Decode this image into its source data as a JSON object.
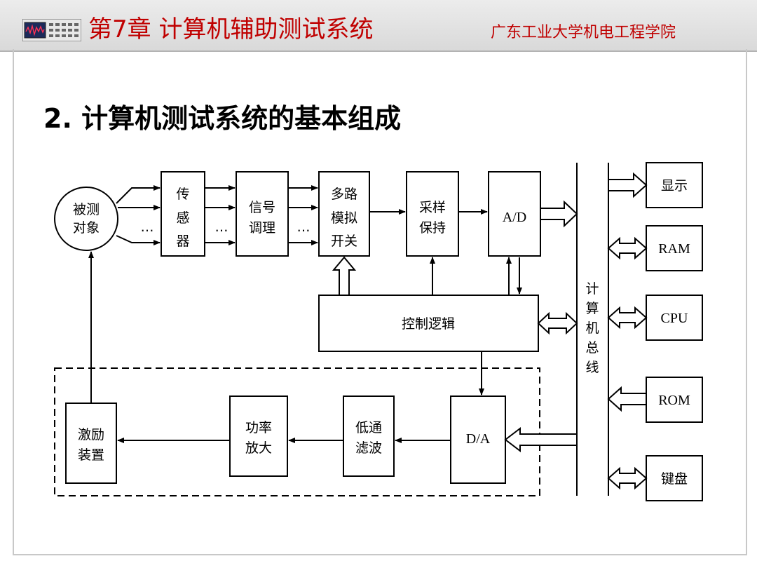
{
  "header": {
    "chapter_title": "第7章 计算机辅助测试系统",
    "institution": "广东工业大学机电工程学院",
    "logo_icon": "oscilloscope-panel-icon"
  },
  "section_title": "2. 计算机测试系统的基本组成",
  "diagram": {
    "object": [
      "被测",
      "对象"
    ],
    "sensor": [
      "传",
      "感",
      "器"
    ],
    "conditioner": [
      "信号",
      "调理"
    ],
    "mux": [
      "多路",
      "模拟",
      "开关"
    ],
    "sample_hold": [
      "采样",
      "保持"
    ],
    "adc": "A/D",
    "control_logic": "控制逻辑",
    "bus": [
      "计",
      "算",
      "机",
      "总",
      "线"
    ],
    "display": "显示",
    "ram": "RAM",
    "cpu": "CPU",
    "rom": "ROM",
    "keyboard": "键盘",
    "dac": "D/A",
    "lowpass": [
      "低通",
      "滤波"
    ],
    "power_amp": [
      "功率",
      "放大"
    ],
    "exciter": [
      "激励",
      "装置"
    ],
    "ellipsis": "…"
  },
  "colors": {
    "title_red": "#c00000",
    "header_bg": "#e0e0e0"
  }
}
